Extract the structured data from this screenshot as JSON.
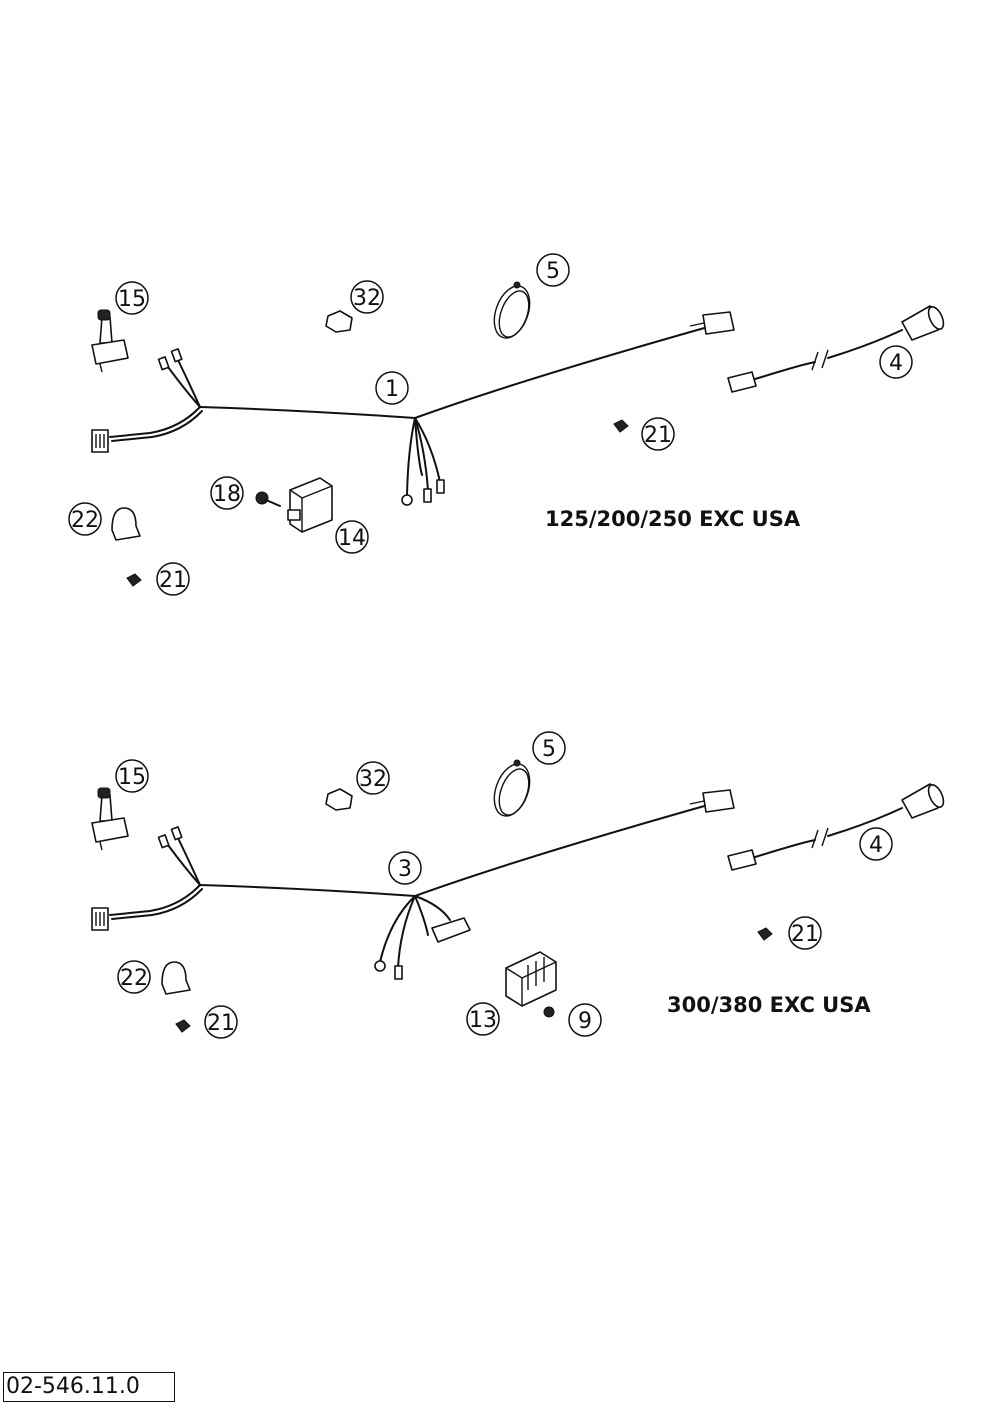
{
  "callouts_top": {
    "c15": "15",
    "c32": "32",
    "c5": "5",
    "c1": "1",
    "c4": "4",
    "c21a": "21",
    "c18": "18",
    "c14": "14",
    "c22": "22",
    "c21b": "21"
  },
  "callouts_bottom": {
    "c15": "15",
    "c32": "32",
    "c5": "5",
    "c3": "3",
    "c4": "4",
    "c21a": "21",
    "c22": "22",
    "c21b": "21",
    "c13": "13",
    "c9": "9"
  },
  "labels": {
    "top_model": "125/200/250 EXC USA",
    "bottom_model": "300/380 EXC USA",
    "drawing_number": "02-546.11.0"
  }
}
